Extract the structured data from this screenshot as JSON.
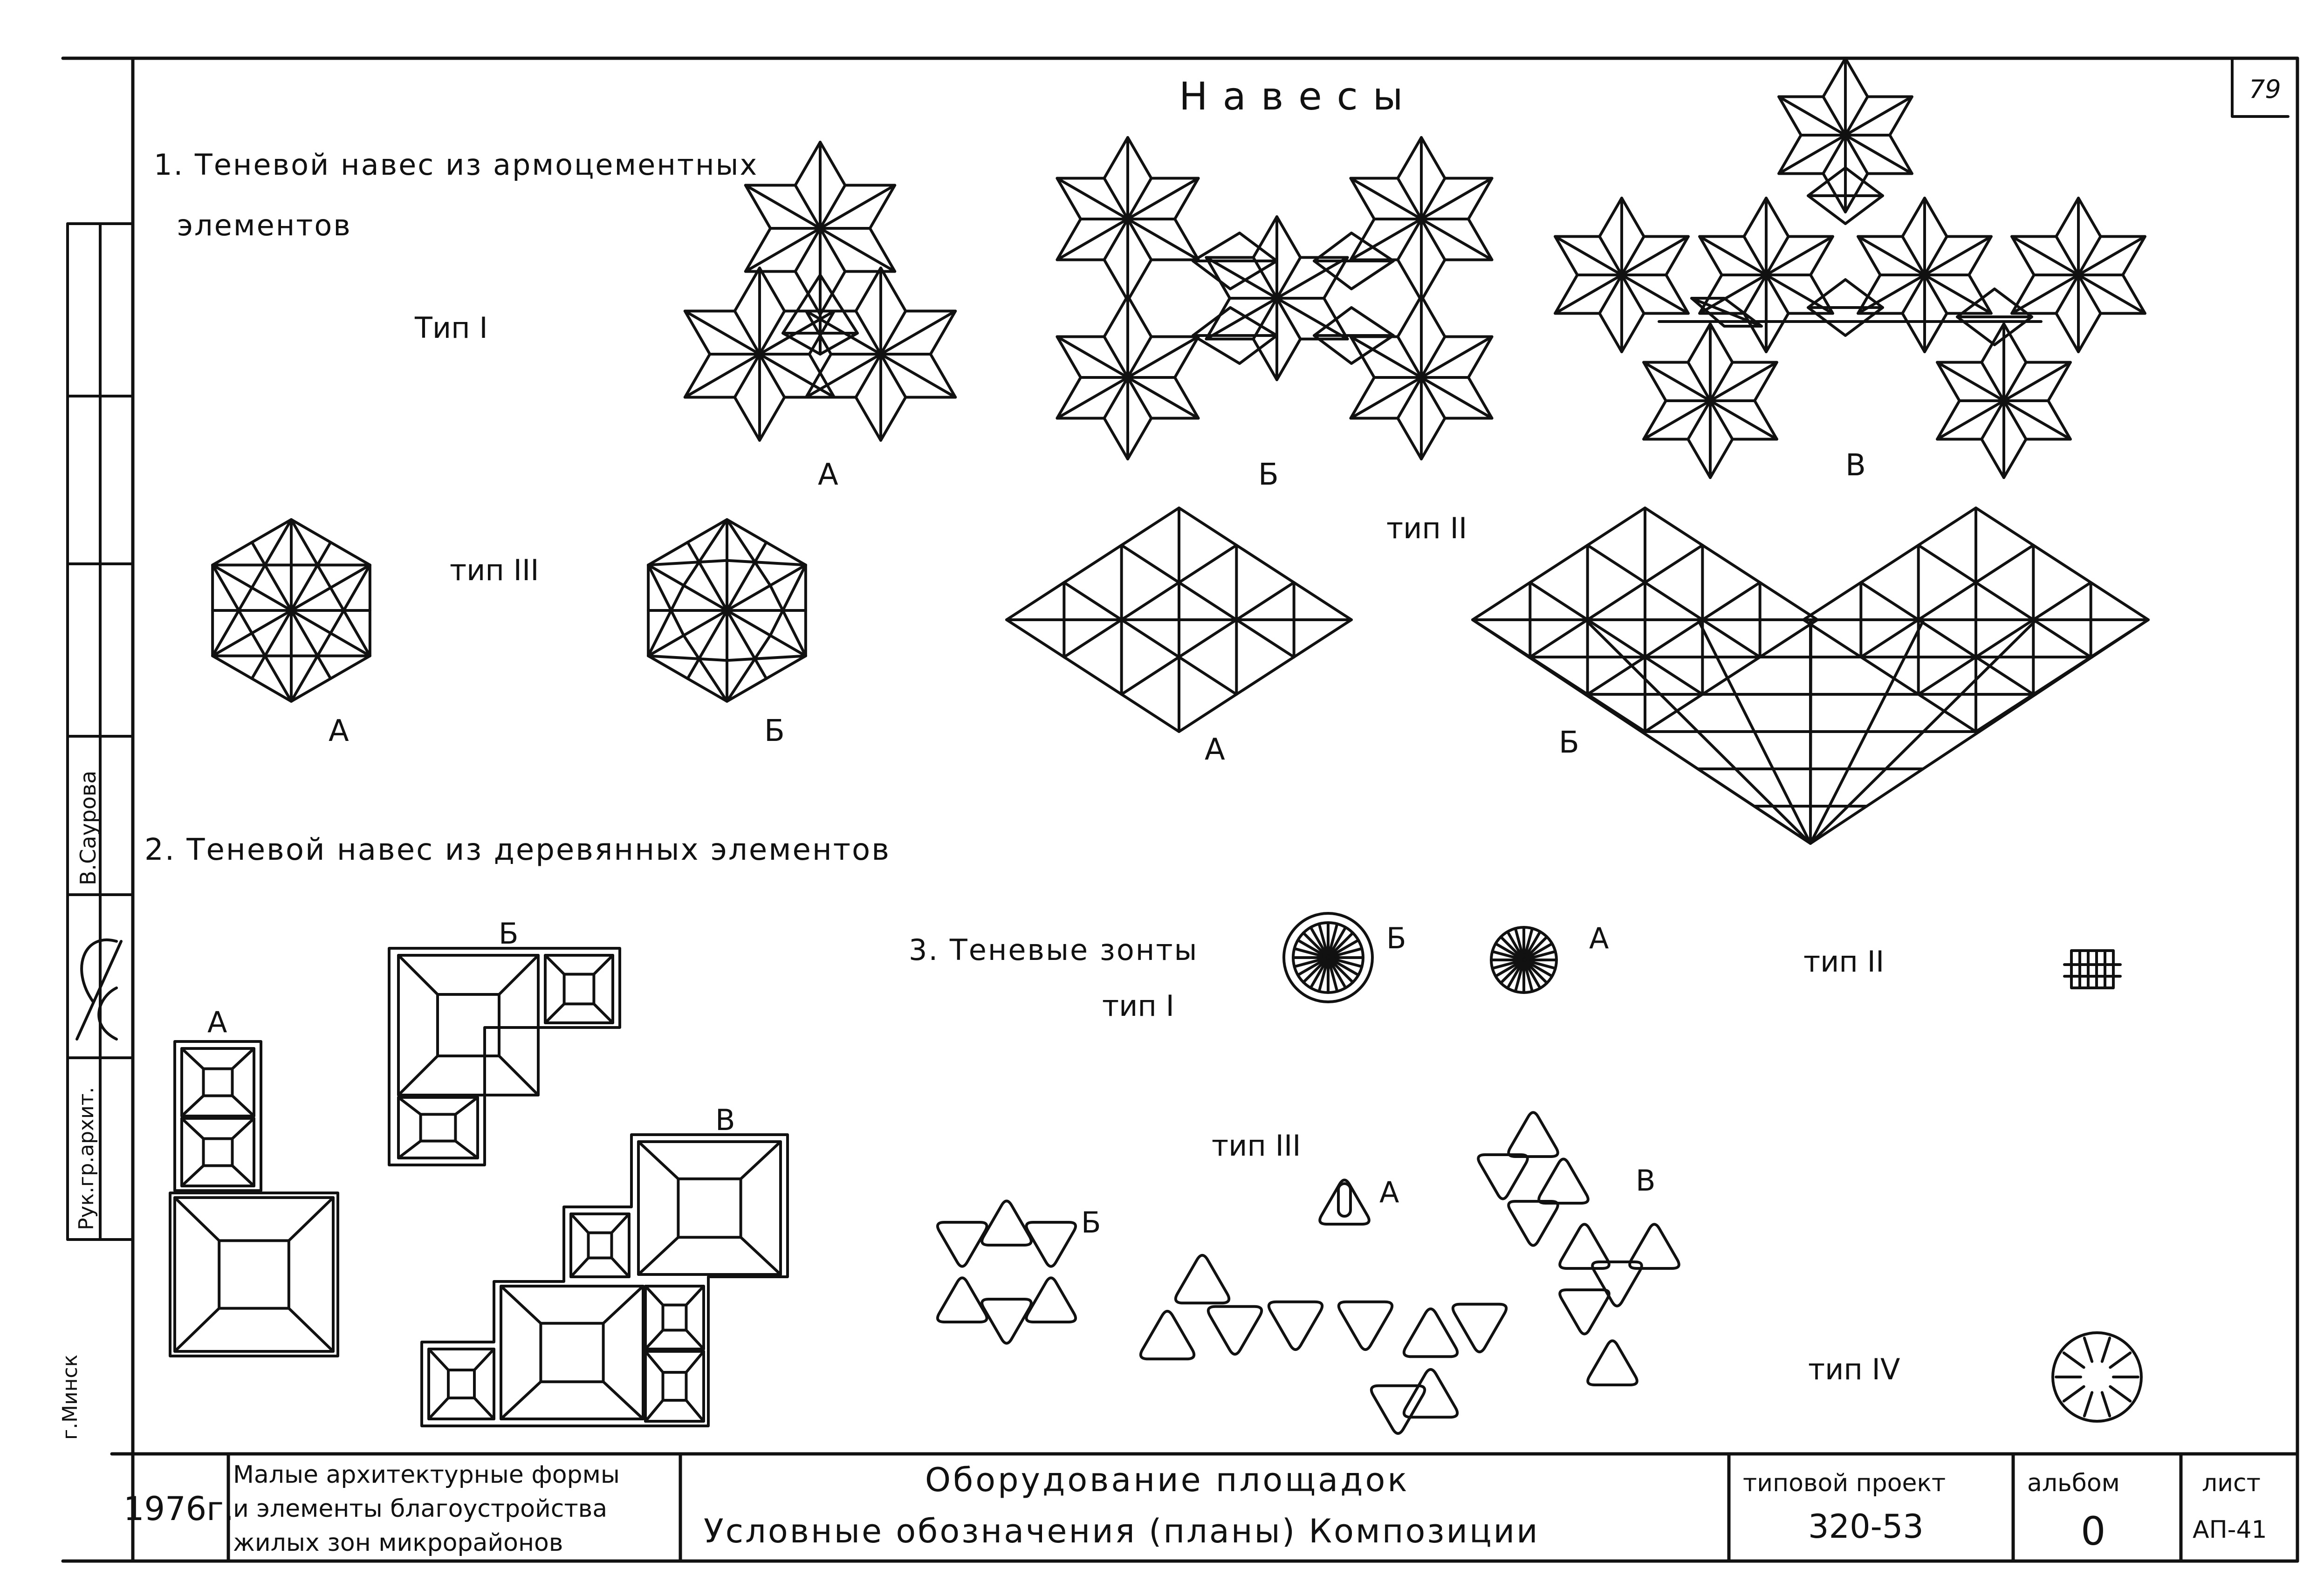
{
  "sheet_number": "79",
  "title": "Навесы",
  "section1": {
    "heading_line1": "1. Теневой навес из армоцементных",
    "heading_line2": "элементов",
    "type_I": "Тип I",
    "type_II": "тип II",
    "type_III": "тип III",
    "letters": {
      "a": "А",
      "b": "Б",
      "v": "В"
    }
  },
  "section2": {
    "heading": "2. Теневой навес из деревянных элементов",
    "letters": {
      "a": "А",
      "b": "Б",
      "v": "В"
    }
  },
  "section3": {
    "heading": "3. Теневые зонты",
    "type_I": "тип I",
    "type_II": "тип II",
    "type_III": "тип III",
    "type_IV": "тип IV",
    "letters": {
      "a": "А",
      "b": "Б",
      "v": "В"
    }
  },
  "side_stamp": {
    "surname": "В.Саурова",
    "role": "Рук.гр.архит.",
    "city": "г.Минск"
  },
  "title_block": {
    "year": "1976г.",
    "series_line1": "Малые архитектурные формы",
    "series_line2": "и элементы благоустройства",
    "series_line3": "жилых зон микрорайонов",
    "sheet_title_line1": "Оборудование площадок",
    "sheet_title_line2": "Условные обозначения (планы) Композиции",
    "project_label": "типовой проект",
    "project_number": "320-53",
    "album_label": "альбом",
    "album_number": "0",
    "sheet_label": "лист",
    "sheet_code": "АП-41"
  },
  "colors": {
    "ink": "#111111",
    "paper": "#ffffff"
  }
}
